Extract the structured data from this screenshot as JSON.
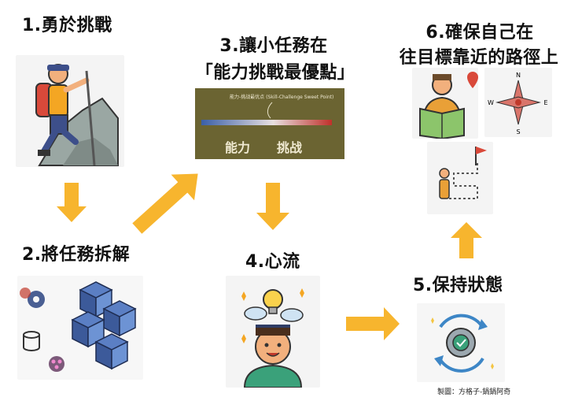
{
  "steps": [
    {
      "number": "1",
      "title": "1.勇於挑戰"
    },
    {
      "number": "2",
      "title": "2.將任務拆解"
    },
    {
      "number": "3",
      "title_line1": "3.讓小任務在",
      "title_line2": "「能力挑戰最優點」"
    },
    {
      "number": "4",
      "title": "4.心流"
    },
    {
      "number": "5",
      "title": "5.保持狀態"
    },
    {
      "number": "6",
      "title_line1": "6.確保自己在",
      "title_line2": "往目標靠近的路徑上"
    }
  ],
  "sweet_spot_panel": {
    "caption": "能力-挑战最优点 (Skill-Challenge Sweet Point)",
    "left_label": "能力",
    "right_label": "挑战",
    "gradient_left": "#3a5fa8",
    "gradient_right": "#c0302a",
    "background": "#6b6432"
  },
  "compass": {
    "n": "N",
    "s": "S",
    "e": "E",
    "w": "W"
  },
  "credit": "製圖：方格子-鍋鍋阿奇",
  "colors": {
    "arrow": "#f7b52e",
    "card_bg": "#f4f4f4"
  }
}
